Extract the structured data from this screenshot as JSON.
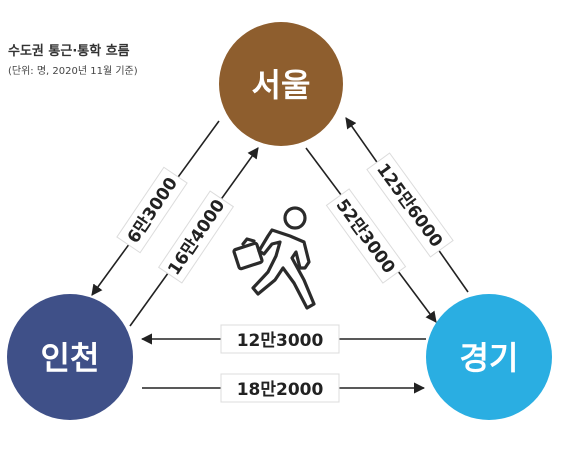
{
  "title": "수도권 통근·통학 흐름",
  "subtitle": "(단위: 명, 2020년 11월 기준)",
  "nodes": {
    "seoul": {
      "label": "서울",
      "color": "#8e5e2e"
    },
    "incheon": {
      "label": "인천",
      "color": "#3f5088"
    },
    "gyeonggi": {
      "label": "경기",
      "color": "#2aaee2"
    }
  },
  "flows": {
    "seoul_to_incheon": "6만3000",
    "incheon_to_seoul": "16만4000",
    "seoul_to_gyeonggi": "52만3000",
    "gyeonggi_to_seoul": "125만6000",
    "gyeonggi_to_incheon": "12만3000",
    "incheon_to_gyeonggi": "18만2000"
  },
  "icons": {
    "commuter": "walking-person-with-briefcase-icon"
  }
}
